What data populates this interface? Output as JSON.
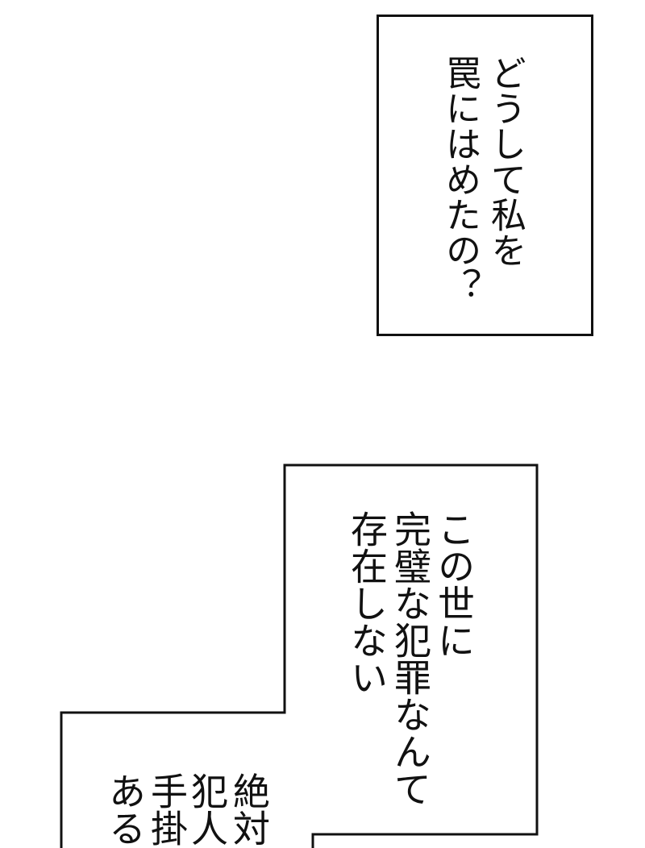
{
  "bubble_top": {
    "lines": [
      "どうして私を",
      "罠にはめたの？"
    ]
  },
  "bubble_middle": {
    "lines": [
      "この世に",
      "完璧な犯罪なんて",
      "存在しない"
    ]
  },
  "bubble_bottom": {
    "lines": [
      "絶対",
      "犯人",
      "手掛",
      "ある"
    ]
  },
  "colors": {
    "stroke": "#111111",
    "background": "#ffffff"
  }
}
